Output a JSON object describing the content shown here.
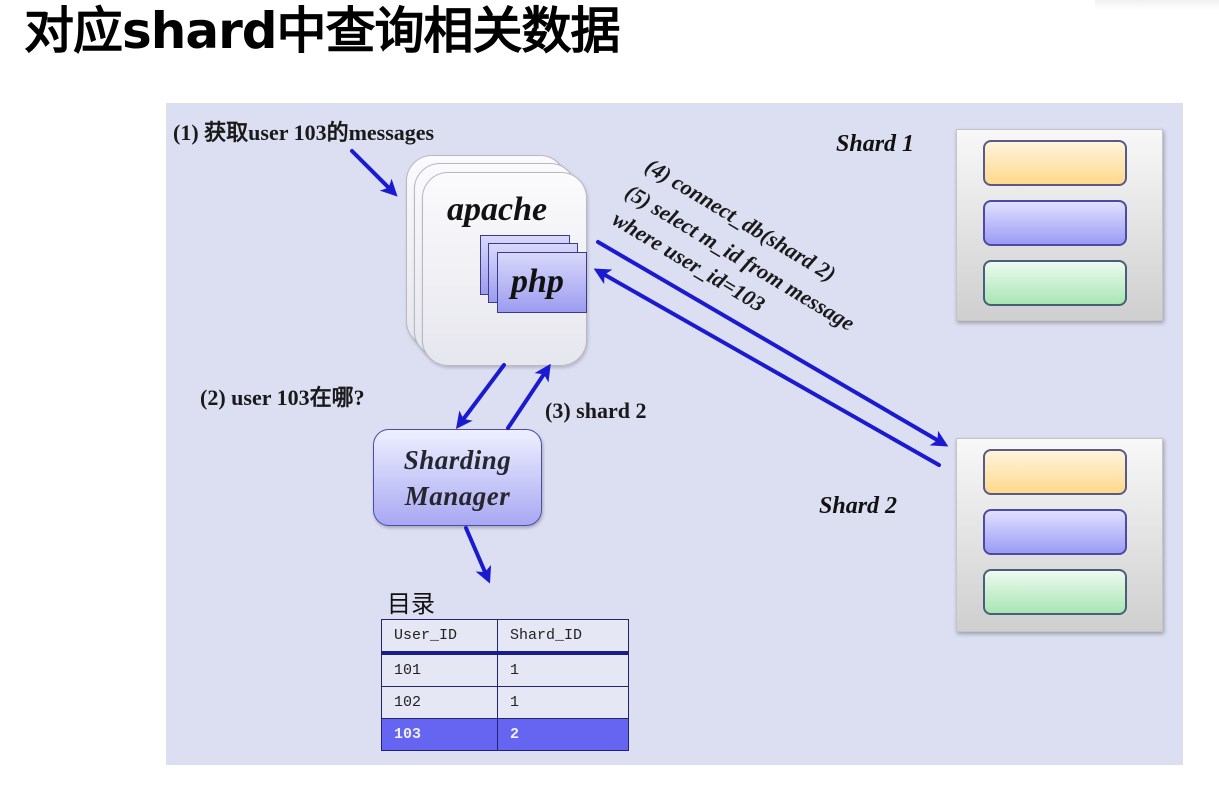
{
  "page": {
    "title": "对应shard中查询相关数据"
  },
  "diagram": {
    "steps": {
      "step1": "(1) 获取user 103的messages",
      "step2": "(2) user 103在哪?",
      "step3": "(3) shard 2",
      "step4": "(4) connect_db(shard 2)",
      "step5_line1": "(5) select m_id from message",
      "step5_line2": "where user_id=103"
    },
    "apache": {
      "label": "apache",
      "php_label": "php"
    },
    "sharding_manager": {
      "line1": "Sharding",
      "line2": "Manager"
    },
    "shards": [
      {
        "label": "Shard 1"
      },
      {
        "label": "Shard 2"
      }
    ],
    "directory": {
      "title": "目录",
      "columns": [
        "User_ID",
        "Shard_ID"
      ],
      "rows": [
        {
          "user_id": "101",
          "shard_id": "1",
          "highlighted": false
        },
        {
          "user_id": "102",
          "shard_id": "1",
          "highlighted": false
        },
        {
          "user_id": "103",
          "shard_id": "2",
          "highlighted": true
        }
      ]
    },
    "colors": {
      "panel_background": "#dcdff2",
      "arrow": "#1a1ad0",
      "highlight_row": "#6565f2",
      "bar_yellow": "#ffd98c",
      "bar_blue": "#9b9cf4",
      "bar_green": "#a8e6b4"
    }
  }
}
